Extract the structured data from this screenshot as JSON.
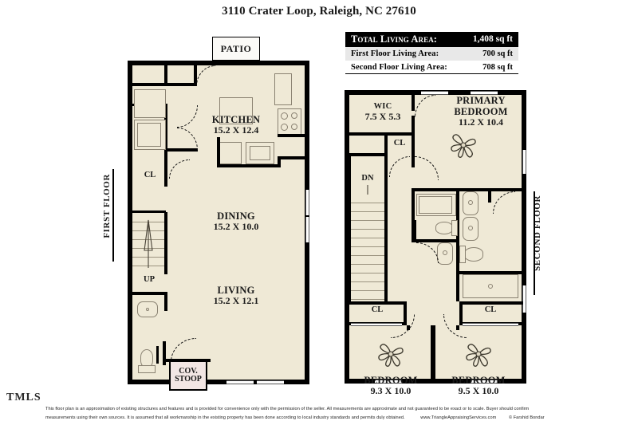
{
  "title": "3110 Crater Loop, Raleigh, NC 27610",
  "area_summary": {
    "rows": [
      {
        "label": "Total Living Area:",
        "value": "1,408 sq ft",
        "style": "total"
      },
      {
        "label": "First Floor Living Area:",
        "value": "700 sq ft",
        "style": "first"
      },
      {
        "label": "Second Floor Living Area:",
        "value": "708 sq ft",
        "style": "second"
      }
    ]
  },
  "floor_labels": {
    "first": "FIRST FLOOR",
    "second": "SECOND FLOOR"
  },
  "first_floor": {
    "patio": "PATIO",
    "rooms": [
      {
        "name": "KITCHEN",
        "dims": "15.2 X 12.4"
      },
      {
        "name": "DINING",
        "dims": "15.2 X 10.0"
      },
      {
        "name": "LIVING",
        "dims": "15.2 X 12.1"
      }
    ],
    "closet": "CL",
    "stairs_up": "UP",
    "stoop_line1": "COV.",
    "stoop_line2": "STOOP"
  },
  "second_floor": {
    "wic": {
      "name": "WIC",
      "dims": "7.5 X 5.3"
    },
    "primary": {
      "name_line1": "PRIMARY",
      "name_line2": "BEDROOM",
      "dims": "11.2 X 10.4"
    },
    "bedroom_left": {
      "name": "BEDROOM",
      "dims": "9.3 X 10.0"
    },
    "bedroom_right": {
      "name": "BEDROOM",
      "dims": "9.5 X 10.0"
    },
    "closet_primary": "CL",
    "closet_left": "CL",
    "closet_right": "CL",
    "stairs_down": "DN"
  },
  "footer": {
    "logo": "TMLS",
    "disclaimer_line1": "This floor plan is an approximation of existing structures and features and is provided for convenience only with the permission of the seller.  All measurements are approximate and not guaranteed to be exact or to scale.  Buyer should confirm",
    "disclaimer_line2": "measurements using their own sources.  It is assumed that all workmanship in the existing property has been done according to local industry standards and permits duly obtained.",
    "website": "www.TriangleAppraisingServices.com",
    "copyright": "© Farshid Bondar"
  },
  "colors": {
    "interior": "#efe9d6",
    "wall": "#000000",
    "stoop": "#f2e6e4",
    "patio": "#fbfaf7",
    "header_band": "#000000",
    "first_row_band": "#e8e8e8"
  }
}
